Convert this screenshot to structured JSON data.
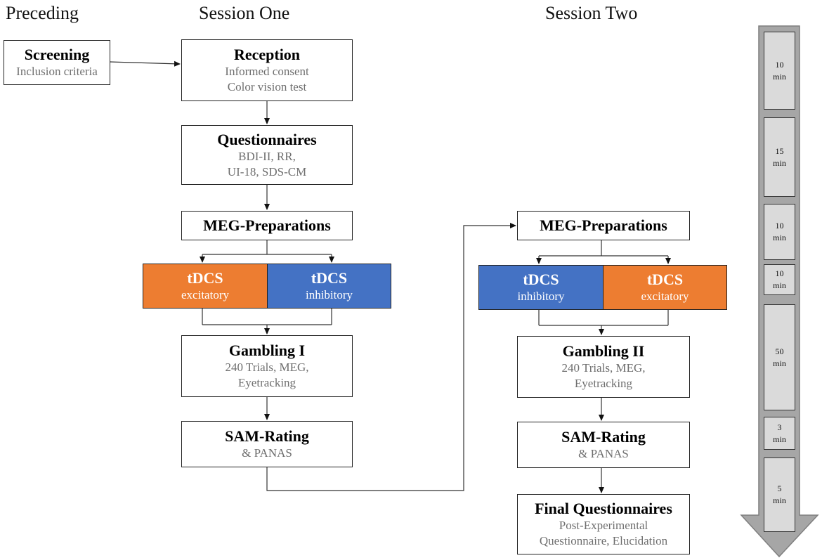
{
  "headers": {
    "preceding": "Preceding",
    "session_one": "Session One",
    "session_two": "Session Two"
  },
  "boxes": {
    "screening": {
      "title": "Screening",
      "lines": [
        "Inclusion criteria"
      ]
    },
    "reception": {
      "title": "Reception",
      "lines": [
        "Informed consent",
        "Color vision test"
      ]
    },
    "questionnaires": {
      "title": "Questionnaires",
      "lines": [
        "BDI-II, RR,",
        "UI-18, SDS-CM"
      ]
    },
    "meg_prep_1": {
      "title": "MEG-Preparations"
    },
    "tdcs_excitatory_1": {
      "title": "tDCS",
      "sub": "excitatory"
    },
    "tdcs_inhibitory_1": {
      "title": "tDCS",
      "sub": "inhibitory"
    },
    "gambling_1": {
      "title": "Gambling I",
      "lines": [
        "240 Trials, MEG,",
        "Eyetracking"
      ]
    },
    "sam_rating_1": {
      "title": "SAM-Rating",
      "lines": [
        "& PANAS"
      ]
    },
    "meg_prep_2": {
      "title": "MEG-Preparations"
    },
    "tdcs_inhibitory_2": {
      "title": "tDCS",
      "sub": "inhibitory"
    },
    "tdcs_excitatory_2": {
      "title": "tDCS",
      "sub": "excitatory"
    },
    "gambling_2": {
      "title": "Gambling II",
      "lines": [
        "240 Trials, MEG,",
        "Eyetracking"
      ]
    },
    "sam_rating_2": {
      "title": "SAM-Rating",
      "lines": [
        "& PANAS"
      ]
    },
    "final_questionnaires": {
      "title": "Final Questionnaires",
      "lines": [
        "Post-Experimental",
        "Questionnaire, Elucidation"
      ]
    }
  },
  "timeline": [
    {
      "value": "10",
      "unit": "min"
    },
    {
      "value": "15",
      "unit": "min"
    },
    {
      "value": "10",
      "unit": "min"
    },
    {
      "value": "10",
      "unit": "min"
    },
    {
      "value": "50",
      "unit": "min"
    },
    {
      "value": "3",
      "unit": "min"
    },
    {
      "value": "5",
      "unit": "min"
    }
  ],
  "colors": {
    "excitatory": "#ed7d31",
    "inhibitory": "#4472c4",
    "timeline_fill": "#a6a6a6",
    "timeline_box": "#dadada"
  }
}
